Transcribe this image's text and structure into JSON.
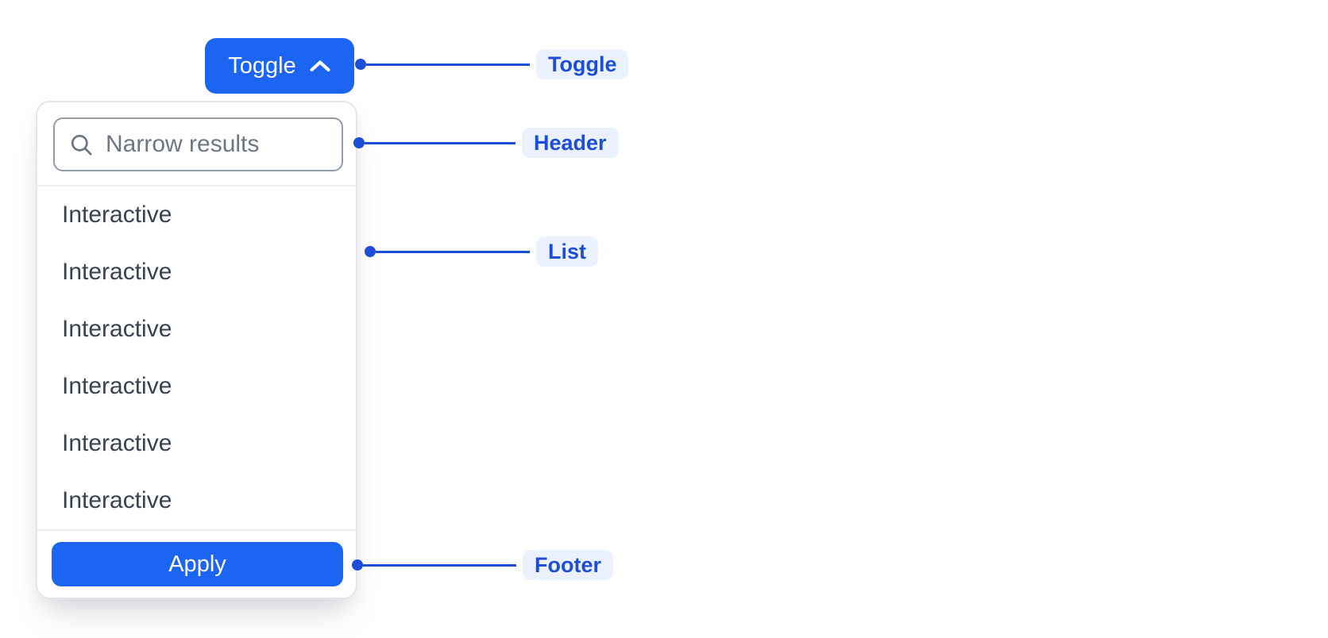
{
  "toggle": {
    "label": "Toggle"
  },
  "dropdown": {
    "header": {
      "search_placeholder": "Narrow results"
    },
    "list": {
      "items": [
        "Interactive",
        "Interactive",
        "Interactive",
        "Interactive",
        "Interactive",
        "Interactive"
      ]
    },
    "footer": {
      "apply_label": "Apply"
    }
  },
  "annotations": {
    "toggle": "Toggle",
    "header": "Header",
    "list": "List",
    "footer": "Footer"
  },
  "icons": {
    "toggle_chevron": "chevron-up-icon",
    "search": "search-icon"
  },
  "colors": {
    "primary": "#1C64F2",
    "primary_text": "#FFFFFF",
    "annotation": "#1D4ED8",
    "annotation_bg": "#EBF1FE",
    "panel_border": "#E3E6EA",
    "divider": "#EAECEF",
    "input_border": "#959CA9",
    "placeholder_text": "#6F7683",
    "list_text": "#3A4150",
    "page_bg": "#FFFFFF"
  }
}
